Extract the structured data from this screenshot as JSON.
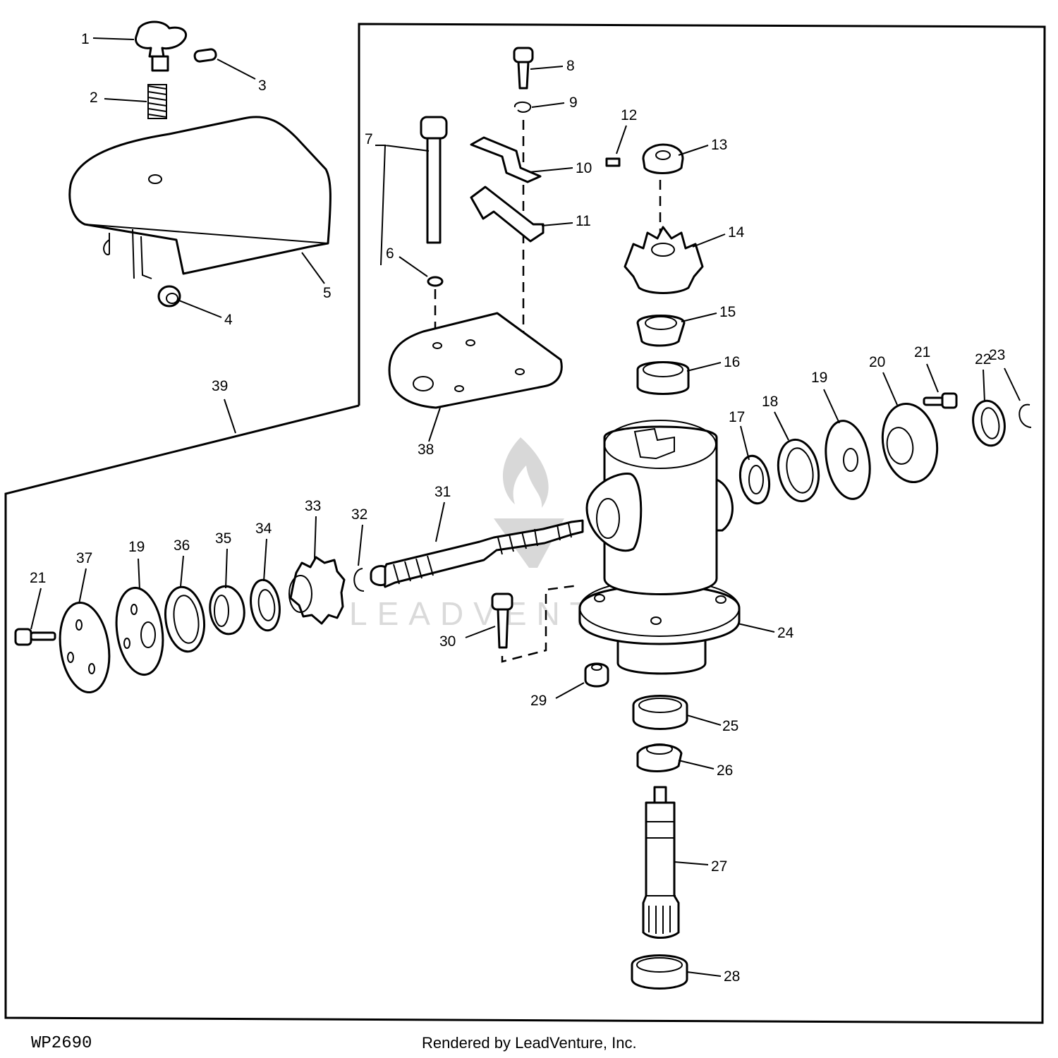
{
  "diagram": {
    "id_label": "WP2690",
    "credit": "Rendered by LeadVenture, Inc.",
    "watermark": "LEADVENTURE",
    "callouts": [
      "1",
      "2",
      "3",
      "4",
      "5",
      "6",
      "7",
      "8",
      "9",
      "10",
      "11",
      "12",
      "13",
      "14",
      "15",
      "16",
      "17",
      "18",
      "19",
      "19",
      "20",
      "21",
      "21",
      "22",
      "23",
      "24",
      "25",
      "26",
      "27",
      "28",
      "29",
      "30",
      "31",
      "32",
      "33",
      "34",
      "35",
      "36",
      "37",
      "38",
      "39"
    ]
  }
}
